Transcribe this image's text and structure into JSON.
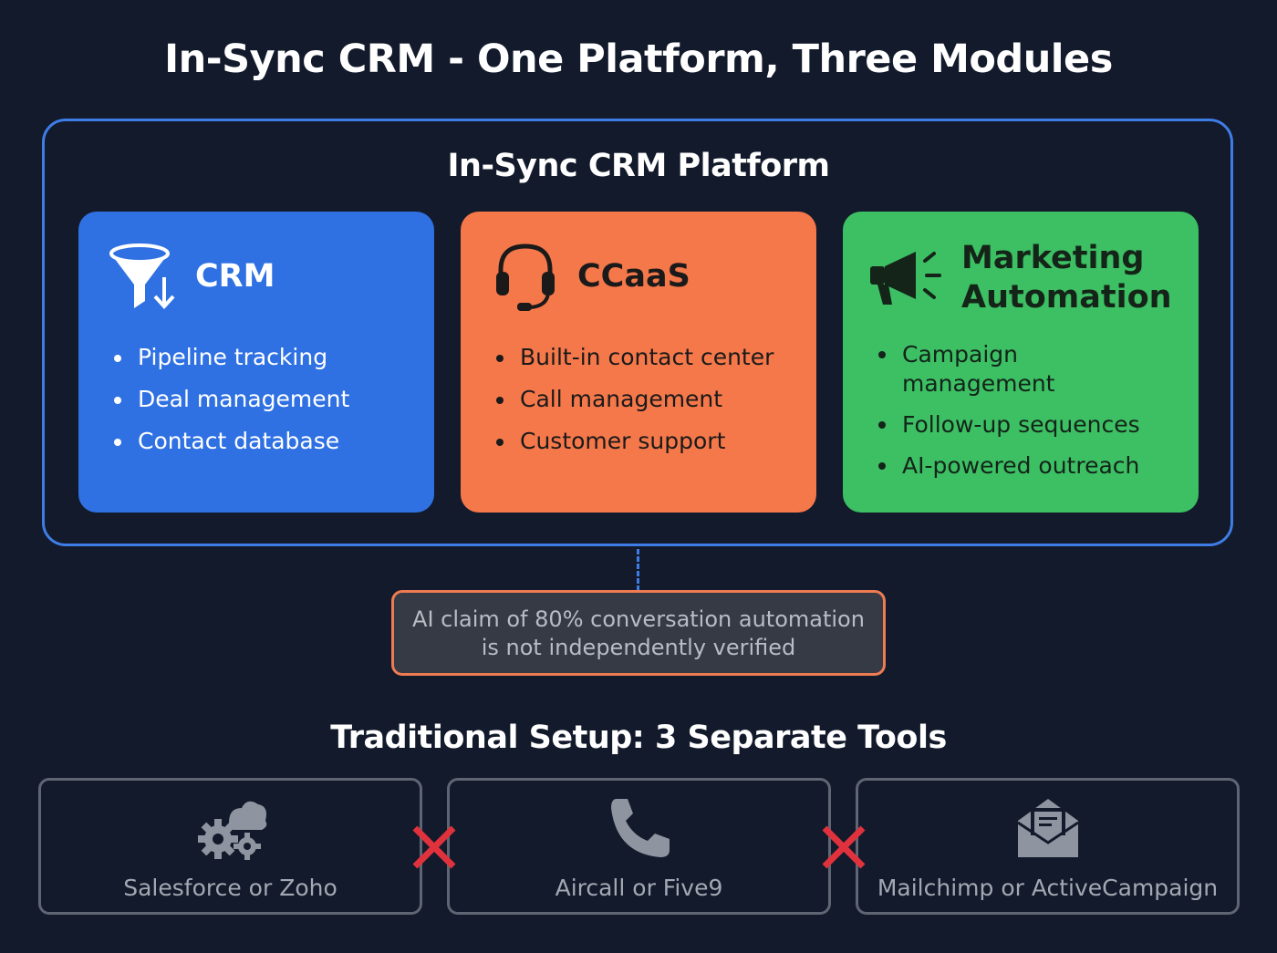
{
  "title": "In-Sync CRM - One Platform, Three Modules",
  "platform": {
    "title": "In-Sync CRM Platform",
    "modules": [
      {
        "name": "CRM",
        "icon": "funnel-icon",
        "color": "#2f71e3",
        "features": [
          "Pipeline tracking",
          "Deal management",
          "Contact database"
        ]
      },
      {
        "name": "CCaaS",
        "icon": "headset-icon",
        "color": "#f5784a",
        "features": [
          "Built-in contact center",
          "Call management",
          "Customer support"
        ]
      },
      {
        "name_line1": "Marketing",
        "name_line2": "Automation",
        "icon": "megaphone-icon",
        "color": "#3dbf63",
        "features": [
          "Campaign management",
          "Follow-up sequences",
          "AI-powered outreach"
        ]
      }
    ]
  },
  "disclaimer": {
    "line1": "AI claim of 80% conversation automation",
    "line2": "is not independently verified"
  },
  "traditional": {
    "title": "Traditional Setup: 3 Separate Tools",
    "tools": [
      {
        "label": "Salesforce or Zoho",
        "icon": "cloud-gears-icon"
      },
      {
        "label": "Aircall or Five9",
        "icon": "phone-icon"
      },
      {
        "label": "Mailchimp or ActiveCampaign",
        "icon": "envelope-icon"
      }
    ],
    "separator_icon": "red-x-icon"
  },
  "colors": {
    "background": "#121a2b",
    "frame": "#3f7de6",
    "warning_border": "#ee7b51",
    "cross": "#e0323c"
  }
}
